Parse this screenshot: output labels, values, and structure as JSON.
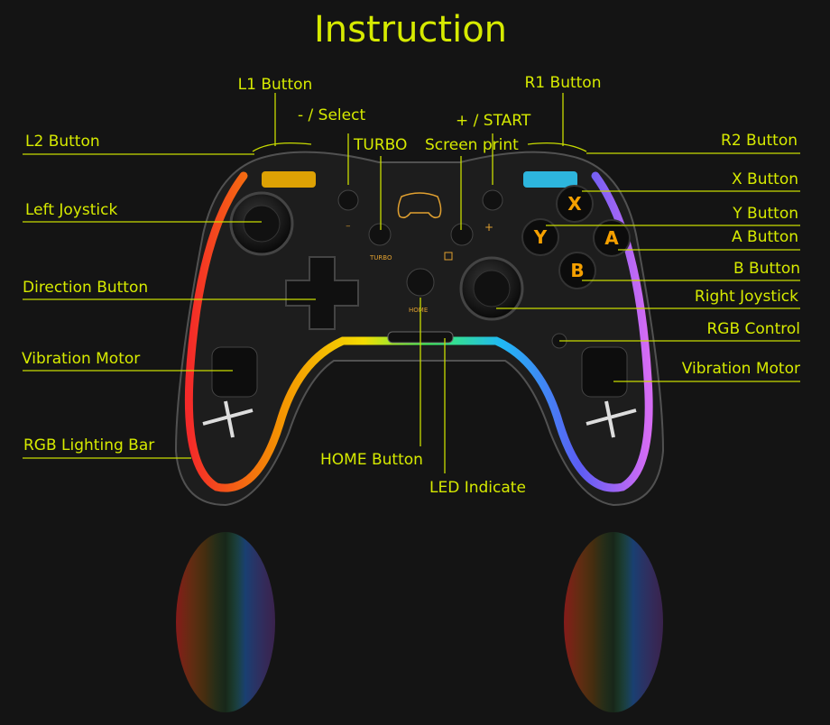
{
  "title": "Instruction",
  "colors": {
    "background": "#141414",
    "label": "#d6ea00",
    "button_letter": "#f5a000"
  },
  "labels_left": {
    "l1": "L1 Button",
    "select": "- / Select",
    "turbo": "TURBO",
    "l2": "L2 Button",
    "left_joystick": "Left Joystick",
    "direction": "Direction Button",
    "vibration_left": "Vibration Motor",
    "rgb_bar": "RGB Lighting Bar",
    "home": "HOME Button",
    "led": "LED Indicate"
  },
  "labels_right": {
    "r1": "R1 Button",
    "start": "+ / START",
    "screen_print": "Screen print",
    "r2": "R2 Button",
    "x": "X Button",
    "y": "Y Button",
    "a": "A Button",
    "b": "B Button",
    "right_joystick": "Right Joystick",
    "rgb_control": "RGB Control",
    "vibration_right": "Vibration Motor"
  },
  "controller": {
    "face_buttons": {
      "x": "X",
      "y": "Y",
      "a": "A",
      "b": "B"
    },
    "printed": {
      "turbo": "TURBO",
      "home": "HOME",
      "minus": "−",
      "plus": "+"
    }
  }
}
